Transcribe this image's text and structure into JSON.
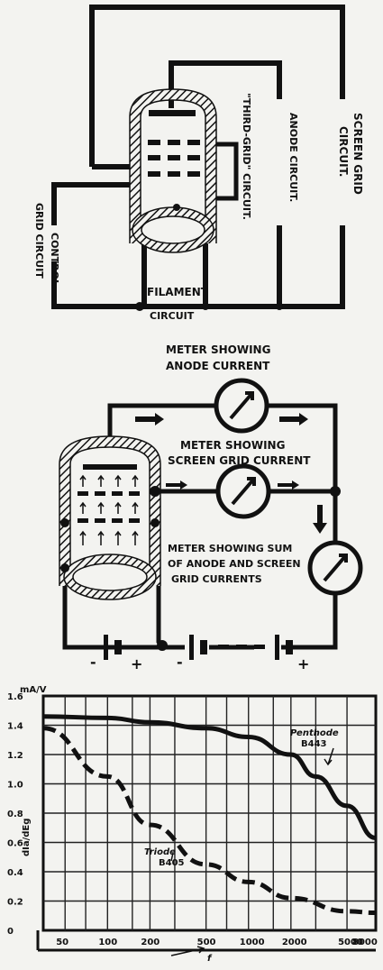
{
  "diagram1": {
    "screen_grid_line1": "SCREEN GRID",
    "screen_grid_line2": "CIRCUIT.",
    "anode_circuit": "ANODE CIRCUIT.",
    "third_grid": "\"THIRD-GRID\" CIRCUIT.",
    "control_line1": "CONTROL",
    "control_line2": "GRID CIRCUIT",
    "filament_line1": "FILAMENT",
    "filament_line2": "CIRCUIT"
  },
  "diagram2": {
    "meter_anode_line1": "METER SHOWING",
    "meter_anode_line2": "ANODE CURRENT",
    "meter_screen_line1": "METER SHOWING",
    "meter_screen_line2": "SCREEN GRID CURRENT",
    "meter_sum_line1": "METER SHOWING SUM",
    "meter_sum_line2": "OF ANODE AND SCREEN",
    "meter_sum_line3": "GRID CURRENTS",
    "battery_signs": [
      "-",
      "+",
      "-",
      "+"
    ]
  },
  "chart_data": {
    "type": "line",
    "title": "",
    "ylabel_unit": "mA/V",
    "ylabel": "dIa/dEg",
    "xlabel": "f",
    "x_scale": "log",
    "x_ticks": [
      "50",
      "100",
      "200",
      "500",
      "1000",
      "2000",
      "5000",
      "8000"
    ],
    "x_tick_values": [
      50,
      100,
      200,
      500,
      1000,
      2000,
      5000,
      8000
    ],
    "y_ticks": [
      "1.6",
      "1.4",
      "1.2",
      "1.0",
      "0.8",
      "0.6",
      "0.4",
      "0.2",
      "0"
    ],
    "y_tick_values": [
      1.6,
      1.4,
      1.2,
      1.0,
      0.8,
      0.6,
      0.4,
      0.2,
      0
    ],
    "ylim": [
      0,
      1.6
    ],
    "xlim": [
      35,
      8000
    ],
    "grid": true,
    "series": [
      {
        "name": "Penthode B443",
        "style": "solid",
        "x": [
          35,
          100,
          200,
          500,
          1000,
          2000,
          3000,
          5000,
          8000
        ],
        "y": [
          1.46,
          1.45,
          1.42,
          1.38,
          1.32,
          1.2,
          1.05,
          0.85,
          0.63
        ]
      },
      {
        "name": "Triode B405",
        "style": "dashed",
        "x": [
          35,
          100,
          200,
          500,
          1000,
          2000,
          5000,
          8000
        ],
        "y": [
          1.38,
          1.05,
          0.72,
          0.45,
          0.33,
          0.22,
          0.13,
          0.12
        ]
      }
    ]
  }
}
